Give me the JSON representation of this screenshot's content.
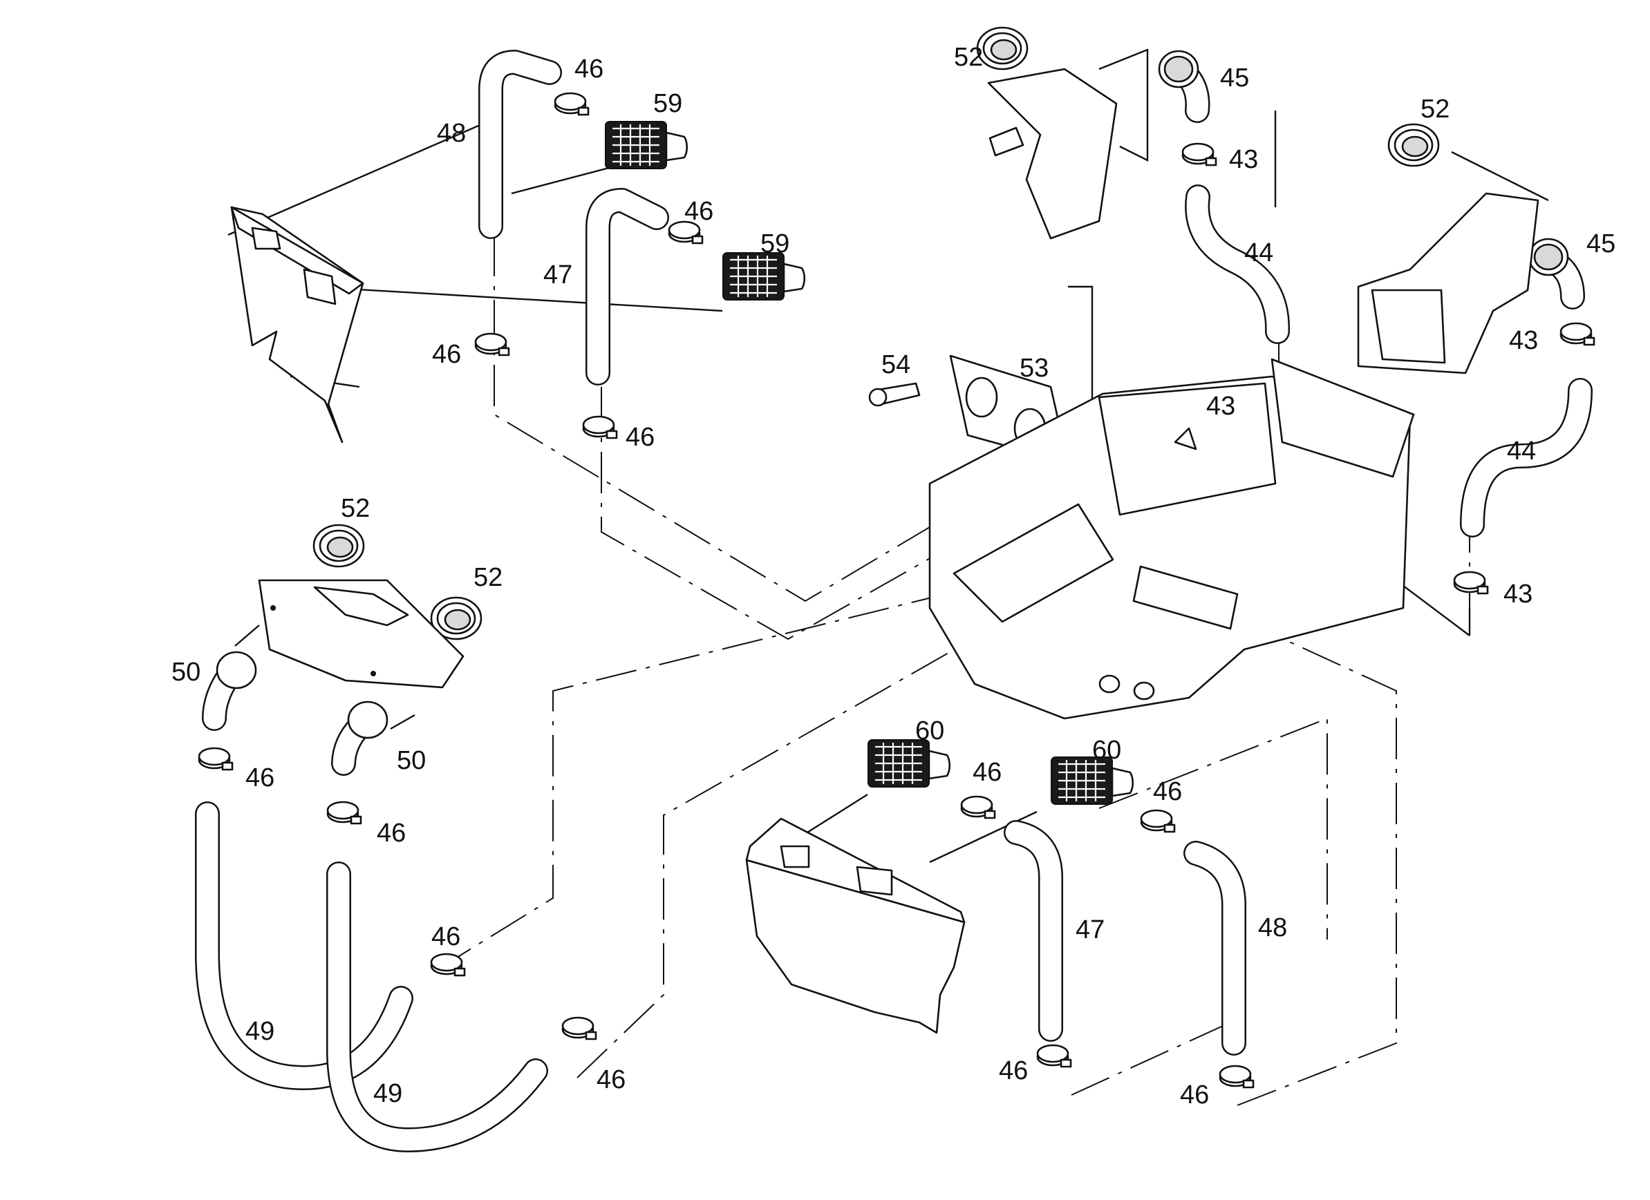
{
  "labels": {
    "l43a": "43",
    "l43b": "43",
    "l43c": "43",
    "l43d": "43",
    "l44a": "44",
    "l44b": "44",
    "l45a": "45",
    "l45b": "45",
    "l46a": "46",
    "l46b": "46",
    "l46c": "46",
    "l46d": "46",
    "l46e": "46",
    "l46f": "46",
    "l46g": "46",
    "l46h": "46",
    "l46i": "46",
    "l46j": "46",
    "l46k": "46",
    "l46l": "46",
    "l47a": "47",
    "l47b": "47",
    "l48a": "48",
    "l48b": "48",
    "l49a": "49",
    "l49b": "49",
    "l50a": "50",
    "l50b": "50",
    "l52a": "52",
    "l52b": "52",
    "l52c": "52",
    "l52d": "52",
    "l53": "53",
    "l54": "54",
    "l59a": "59",
    "l59b": "59",
    "l60a": "60",
    "l60b": "60"
  }
}
